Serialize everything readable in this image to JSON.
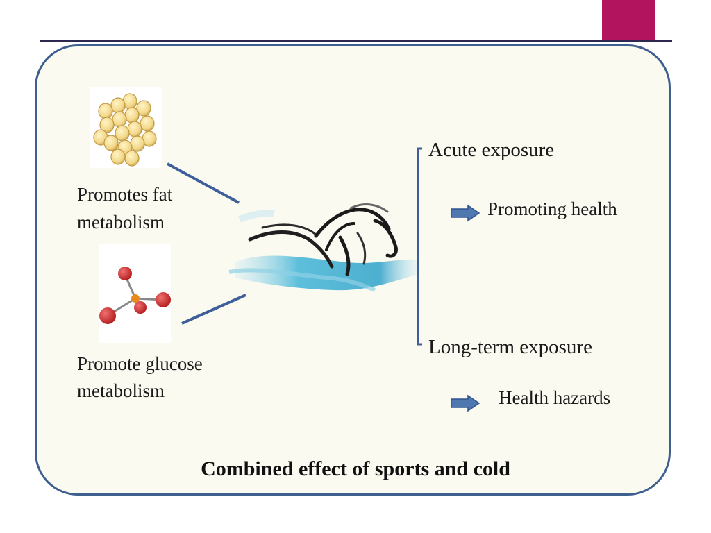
{
  "title": "Combined effect of sports and cold",
  "left": {
    "fat_label_line1": "Promotes fat",
    "fat_label_line2": "metabolism",
    "glucose_label_line1": "Promote glucose",
    "glucose_label_line2": "metabolism"
  },
  "right": {
    "acute_label": "Acute exposure",
    "acute_effect": "Promoting health",
    "longterm_label": "Long-term exposure",
    "longterm_effect": "Health hazards"
  },
  "colors": {
    "accent": "#b3145e",
    "panel_border": "#3f5f8f",
    "panel_fill": "#fbfaf1",
    "arrow": "#4f77b0",
    "connector": "#3e5f99",
    "water": "#4cb8d8",
    "fat_cell": "#f2d78a",
    "molecule_red": "#d33030",
    "molecule_orange": "#e8891b"
  },
  "icons": {
    "fat": "fat-cells-icon",
    "molecule": "glucose-molecule-icon",
    "swimmer": "swimmer-icon",
    "arrow": "right-arrow-icon"
  }
}
